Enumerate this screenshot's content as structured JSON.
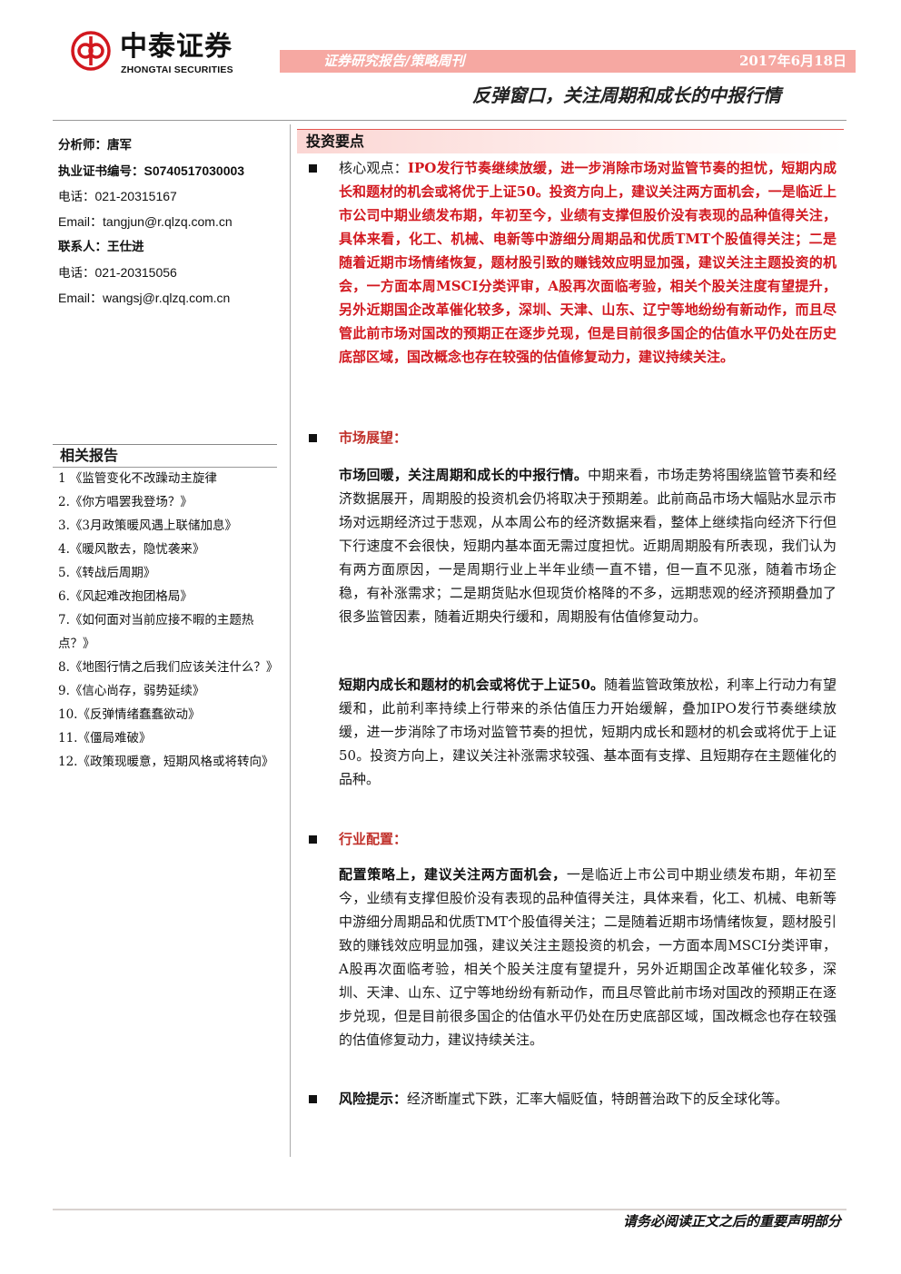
{
  "header": {
    "logo_cn": "中泰证券",
    "logo_en": "ZHONGTAI SECURITIES",
    "category": "证券研究报告/策略周刊",
    "date": "2017年6月18日",
    "title": "反弹窗口，关注周期和成长的中报行情",
    "brand_color": "#d2181f"
  },
  "analysts": {
    "analyst_label": "分析师：",
    "analyst_name": "唐军",
    "cert_label": "执业证书编号：",
    "cert_no": "S0740517030003",
    "phone1_label": "电话：",
    "phone1": "021-20315167",
    "email1_label": "Email：",
    "email1": "tangjun@r.qlzq.com.cn",
    "contact_label": "联系人：",
    "contact_name": "王仕进",
    "phone2_label": "电话：",
    "phone2": "021-20315056",
    "email2_label": "Email：",
    "email2": "wangsj@r.qlzq.com.cn"
  },
  "related": {
    "heading": "相关报告",
    "items": [
      "1 《监管变化不改躁动主旋律",
      "2.《你方唱罢我登场？》",
      "3.《3月政策暖风遇上联储加息》",
      "4.《暖风散去，隐忧袭来》",
      "5.《转战后周期》",
      "6.《风起难改抱团格局》",
      "7.《如何面对当前应接不暇的主题热点？》",
      "8.《地图行情之后我们应该关注什么？》",
      "9.《信心尚存，弱势延续》",
      "10.《反弹情绪蠢蠢欲动》",
      "11.《僵局难破》",
      "12.《政策现暖意，短期风格或将转向》"
    ]
  },
  "key_points": {
    "heading": "投资要点",
    "core_label": "核心观点：",
    "core_text": "IPO发行节奏继续放缓，进一步消除市场对监管节奏的担忧，短期内成长和题材的机会或将优于上证50。投资方向上，建议关注两方面机会，一是临近上市公司中期业绩发布期，年初至今，业绩有支撑但股价没有表现的品种值得关注，具体来看，化工、机械、电新等中游细分周期品和优质TMT个股值得关注；二是随着近期市场情绪恢复，题材股引致的赚钱效应明显加强，建议关注主题投资的机会，一方面本周MSCI分类评审，A股再次面临考验，相关个股关注度有望提升，另外近期国企改革催化较多，深圳、天津、山东、辽宁等地纷纷有新动作，而且尽管此前市场对国改的预期正在逐步兑现，但是目前很多国企的估值水平仍处在历史底部区域，国改概念也存在较强的估值修复动力，建议持续关注。"
  },
  "market": {
    "title": "市场展望：",
    "p1_lead": "市场回暖，关注周期和成长的中报行情。",
    "p1_text": "中期来看，市场走势将围绕监管节奏和经济数据展开，周期股的投资机会仍将取决于预期差。此前商品市场大幅贴水显示市场对远期经济过于悲观，从本周公布的经济数据来看，整体上继续指向经济下行但下行速度不会很快，短期内基本面无需过度担忧。近期周期股有所表现，我们认为有两方面原因，一是周期行业上半年业绩一直不错，但一直不见涨，随着市场企稳，有补涨需求；二是期货贴水但现货价格降的不多，远期悲观的经济预期叠加了很多监管因素，随着近期央行缓和，周期股有估值修复动力。",
    "p2_lead": "短期内成长和题材的机会或将优于上证50。",
    "p2_text": "随着监管政策放松，利率上行动力有望缓和，此前利率持续上行带来的杀估值压力开始缓解，叠加IPO发行节奏继续放缓，进一步消除了市场对监管节奏的担忧，短期内成长和题材的机会或将优于上证50。投资方向上，建议关注补涨需求较强、基本面有支撑、且短期存在主题催化的品种。"
  },
  "industry": {
    "title": "行业配置：",
    "lead": "配置策略上，建议关注两方面机会，",
    "text": "一是临近上市公司中期业绩发布期，年初至今，业绩有支撑但股价没有表现的品种值得关注，具体来看，化工、机械、电新等中游细分周期品和优质TMT个股值得关注；二是随着近期市场情绪恢复，题材股引致的赚钱效应明显加强，建议关注主题投资的机会，一方面本周MSCI分类评审，A股再次面临考验，相关个股关注度有望提升，另外近期国企改革催化较多，深圳、天津、山东、辽宁等地纷纷有新动作，而且尽管此前市场对国改的预期正在逐步兑现，但是目前很多国企的估值水平仍处在历史底部区域，国改概念也存在较强的估值修复动力，建议持续关注。"
  },
  "risk": {
    "label": "风险提示：",
    "text": "经济断崖式下跌，汇率大幅贬值，特朗普治政下的反全球化等。"
  },
  "footer": {
    "text": "请务必阅读正文之后的重要声明部分"
  }
}
